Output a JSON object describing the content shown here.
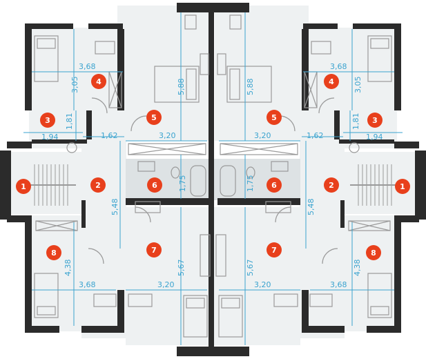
{
  "colors": {
    "wall": "#2b2b2b",
    "floor_light": "#eef1f2",
    "floor_white": "#ffffff",
    "dimension": "#3aa3cf",
    "badge": "#e8401c",
    "furniture": "#9a9a9a"
  },
  "room_numbers": [
    "1",
    "2",
    "3",
    "4",
    "5",
    "6",
    "7",
    "8"
  ],
  "dimensions": {
    "bedroom_top_width": "3,68",
    "bedroom_top_depth": "3,05",
    "utility_width": "1,94",
    "utility_depth": "1,81",
    "hall_width": "1,62",
    "master_top_length": "5,88",
    "master_top_width": "3,20",
    "bath_depth": "1,75",
    "hall_length": "5,48",
    "master_bottom_length": "5,67",
    "master_bottom_width": "3,20",
    "bedroom_bottom_depth": "4,38",
    "bedroom_bottom_width": "3,68"
  },
  "icons": [
    "stair-icon",
    "bed-icon",
    "desk-icon",
    "toilet-icon",
    "bathtub-icon",
    "sink-icon",
    "wardrobe-icon",
    "door-swing-icon"
  ]
}
